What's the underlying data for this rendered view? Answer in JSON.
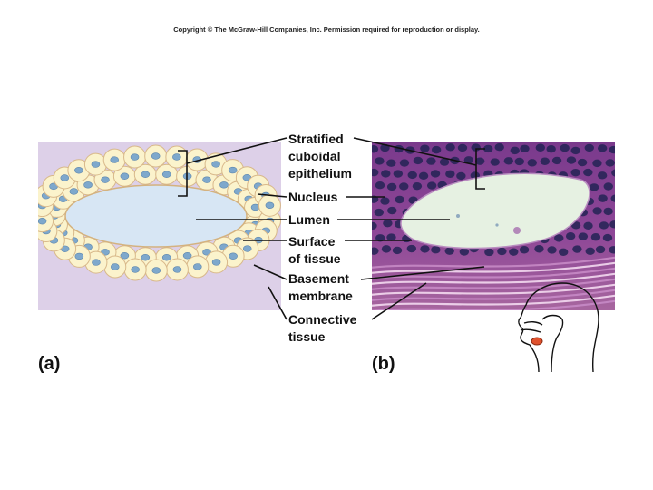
{
  "copyright": "Copyright © The McGraw-Hill Companies, Inc. Permission required for reproduction or display.",
  "labels": {
    "stratified": "Stratified\ncuboidal\nepithelium",
    "nucleus": "Nucleus",
    "lumen": "Lumen",
    "surface": "Surface\nof tissue",
    "basement": "Basement\nmembrane",
    "connective": "Connective\ntissue"
  },
  "panels": {
    "a": "(a)",
    "b": "(b)"
  },
  "colors": {
    "connective_bg": "#ddd0e8",
    "cell_fill": "#fbf3cc",
    "cell_edge": "#d8b88a",
    "nucleus": "#7ea8cc",
    "lumen": "#d7e6f4",
    "micro_bg": "#8b3f92",
    "micro_nucleus": "#232355",
    "micro_lumen": "#e8f2e4"
  }
}
